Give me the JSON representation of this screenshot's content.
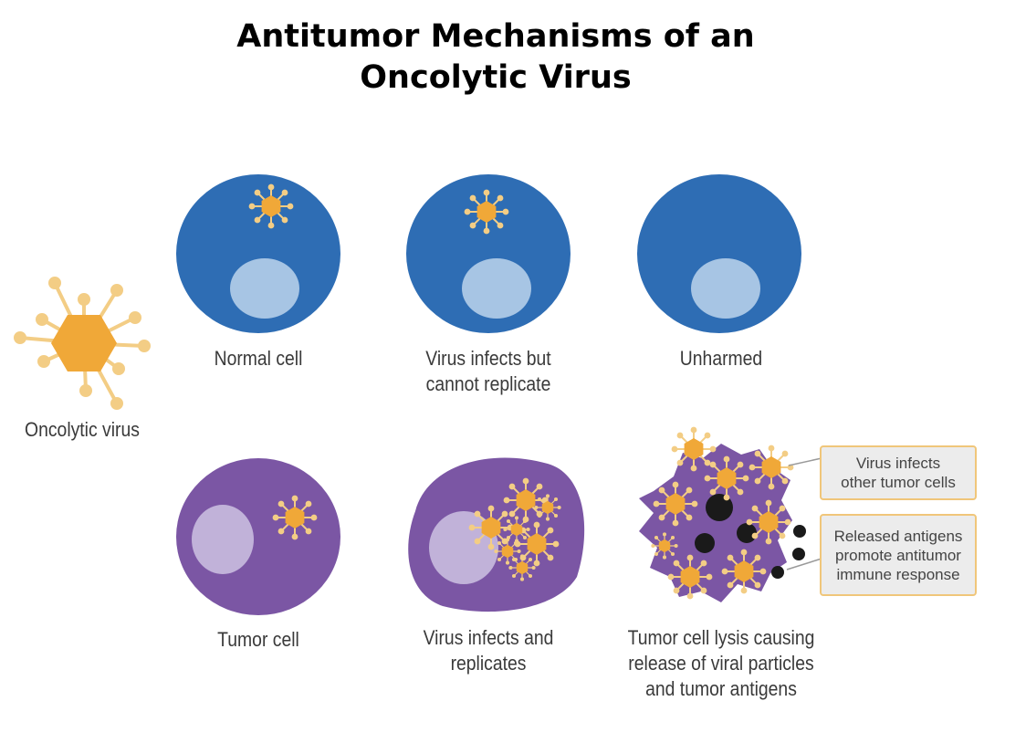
{
  "title": {
    "line1": "Antitumor Mechanisms of an",
    "line2": "Oncolytic Virus"
  },
  "labels": {
    "oncolytic_virus": "Oncolytic virus",
    "normal_cell": "Normal cell",
    "infects_no_replicate_1": "Virus infects but",
    "infects_no_replicate_2": "cannot replicate",
    "unharmed": "Unharmed",
    "tumor_cell": "Tumor cell",
    "infects_replicates_1": "Virus infects and",
    "infects_replicates_2": "replicates",
    "lysis_1": "Tumor cell lysis causing",
    "lysis_2": "release of viral particles",
    "lysis_3": "and tumor antigens"
  },
  "callouts": {
    "infects_other_1": "Virus infects",
    "infects_other_2": "other tumor cells",
    "antigens_1": "Released antigens",
    "antigens_2": "promote antitumor",
    "antigens_3": "immune response"
  },
  "colors": {
    "normal_cell": "#2e6db4",
    "normal_nucleus": "#a7c5e4",
    "tumor_cell": "#7b56a4",
    "tumor_nucleus": "#c1b2d9",
    "virus_core": "#f0a838",
    "virus_spike": "#f3cd85",
    "antigen": "#1a1a1a",
    "callout_border": "#f0c67a"
  }
}
